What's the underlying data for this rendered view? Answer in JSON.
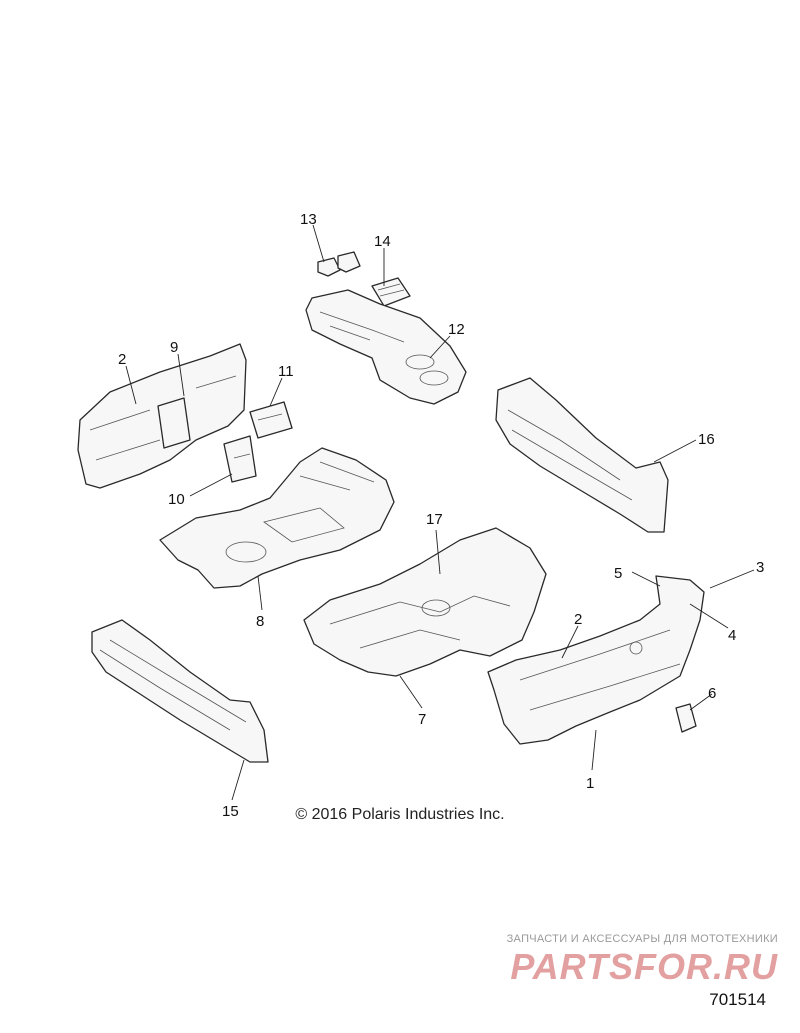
{
  "diagram": {
    "callouts": [
      {
        "label": "13"
      },
      {
        "label": "14"
      },
      {
        "label": "12"
      },
      {
        "label": "2"
      },
      {
        "label": "9"
      },
      {
        "label": "11"
      },
      {
        "label": "10"
      },
      {
        "label": "16"
      },
      {
        "label": "8"
      },
      {
        "label": "17"
      },
      {
        "label": "5"
      },
      {
        "label": "3"
      },
      {
        "label": "2"
      },
      {
        "label": "4"
      },
      {
        "label": "6"
      },
      {
        "label": "7"
      },
      {
        "label": "1"
      },
      {
        "label": "15"
      }
    ],
    "copyright": "© 2016 Polaris Industries Inc.",
    "figure_number": "701514"
  },
  "watermark": {
    "tagline": "ЗАПЧАСТИ И АКСЕССУАРЫ ДЛЯ МОТОТЕХНИКИ",
    "brand": "PARTSFOR.RU"
  }
}
